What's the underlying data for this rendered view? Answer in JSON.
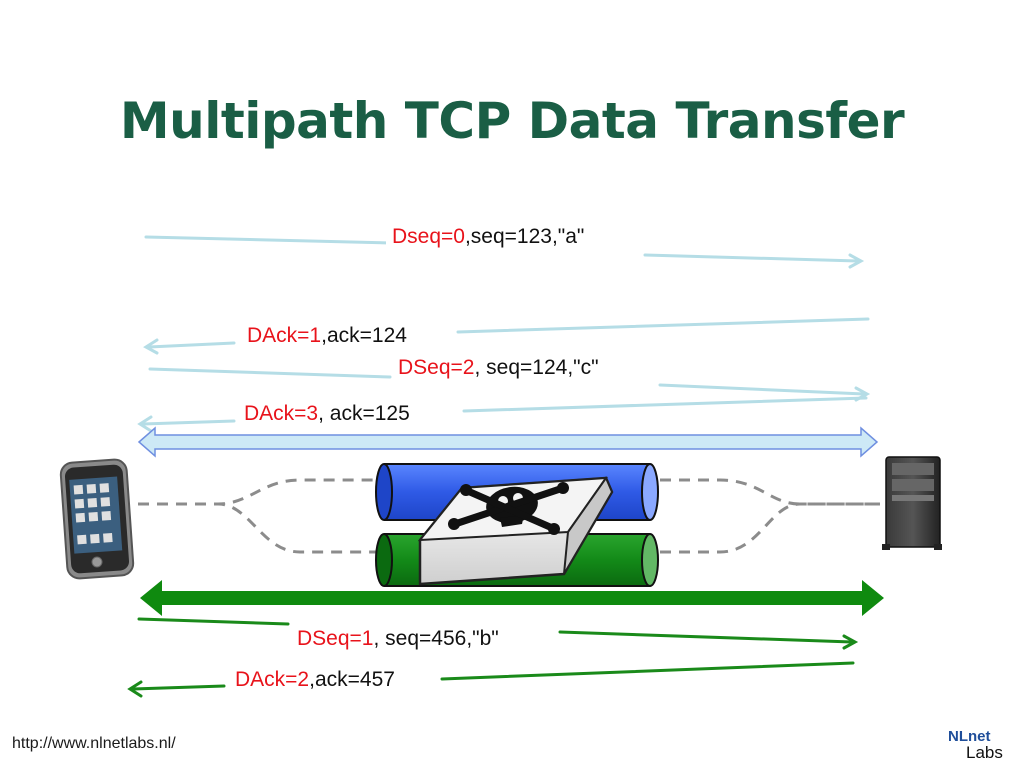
{
  "title": "Multipath TCP Data Transfer",
  "messages": [
    {
      "dseq": "Dseq=0",
      "rest": ",seq=123,\"a\""
    },
    {
      "dseq": "DAck=1",
      "rest": ",ack=124"
    },
    {
      "dseq": "DSeq=2",
      "rest": ", seq=124,\"c\""
    },
    {
      "dseq": "DAck=3",
      "rest": ", ack=125"
    },
    {
      "dseq": "DSeq=1",
      "rest": ", seq=456,\"b\""
    },
    {
      "dseq": "DAck=2",
      "rest": ",ack=457"
    }
  ],
  "footer": {
    "url": "http://www.nlnetlabs.nl/"
  },
  "logo": {
    "nl": "NLnet",
    "labs": "Labs"
  },
  "colors": {
    "title": "#1a5e45",
    "accent_red": "#e8131b",
    "path_blue": "#3a63e0",
    "path_green": "#138a18",
    "arrow_lightblue": "#b5dde6"
  },
  "icons": [
    "smartphone-icon",
    "server-icon",
    "middlebox-skull-icon"
  ]
}
